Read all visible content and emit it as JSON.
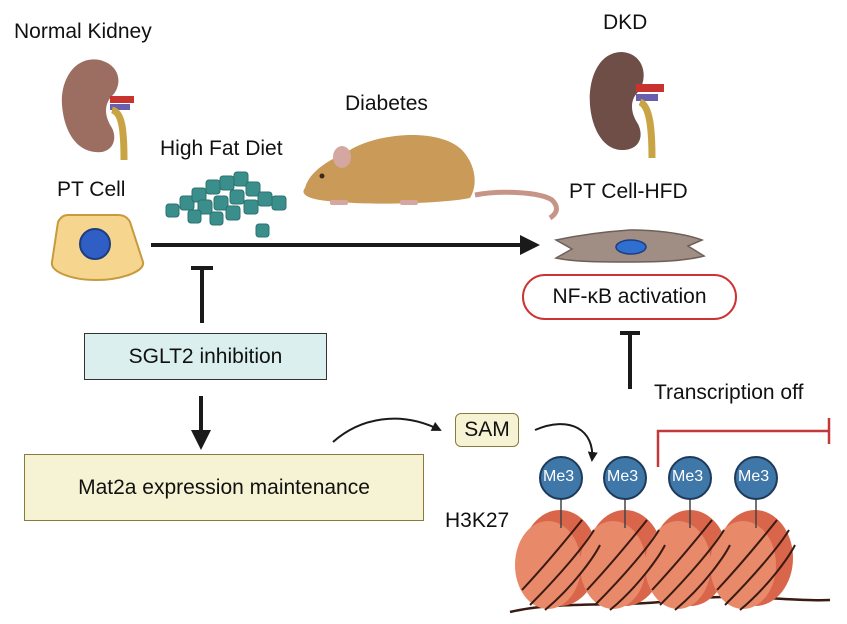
{
  "labels": {
    "normal_kidney": "Normal Kidney",
    "dkd": "DKD",
    "diabetes": "Diabetes",
    "high_fat_diet": "High Fat Diet",
    "pt_cell": "PT Cell",
    "pt_cell_hfd": "PT Cell-HFD",
    "nfkb": "NF-κB activation",
    "sglt2": "SGLT2 inhibition",
    "mat2a": "Mat2a expression maintenance",
    "sam": "SAM",
    "transcription_off": "Transcription off",
    "h3k27": "H3K27",
    "me3": [
      "Me3",
      "Me3",
      "Me3",
      "Me3"
    ]
  },
  "colors": {
    "kidney_normal": "#9c6e62",
    "kidney_dkd": "#6e4e46",
    "pt_cell": "#f6d58e",
    "nucleus": "#2f5fc4",
    "fat": "#3a8f8c",
    "mouse": "#c99a58",
    "sglt2_box": "#dbefee",
    "mat2a_box": "#f6f2d4",
    "sam_box": "#f6f2d4",
    "nfkb_border": "#cc3333",
    "me3_circle": "#3f77a8",
    "nucleosome": "#e07a55",
    "inhibit_red": "#c0393b"
  }
}
